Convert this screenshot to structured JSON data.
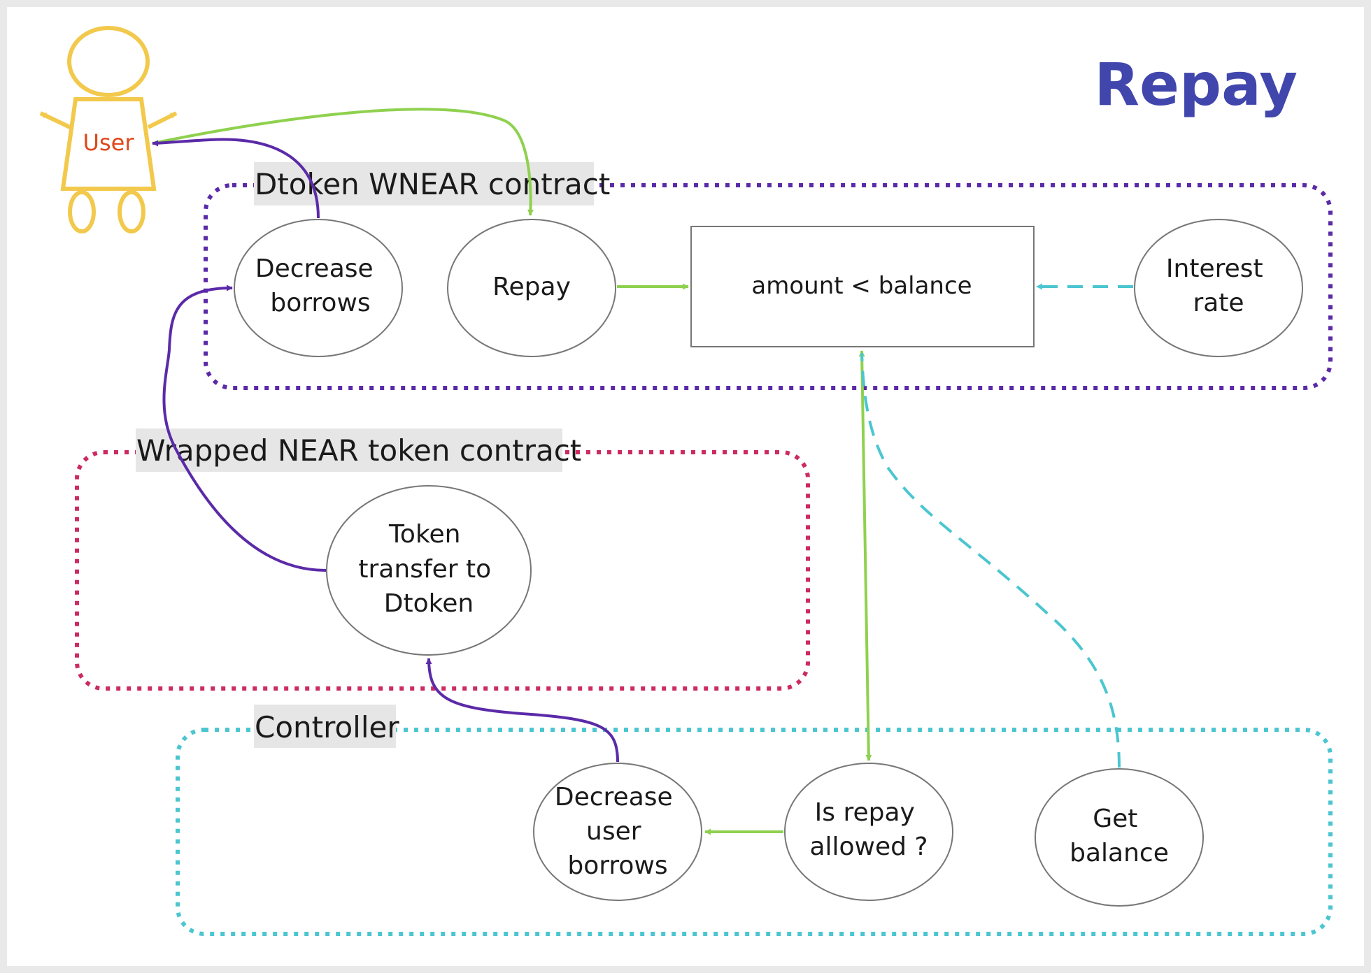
{
  "title": "Repay",
  "colors": {
    "title": "#4146ad",
    "user_figure": "#f2c94c",
    "user_label": "#e0471b",
    "dtoken_group": "#5b2aa8",
    "wnear_group": "#cc2a62",
    "controller_group": "#4bc6d0",
    "flow_green": "#8fd14f",
    "flow_purple": "#5b2aa8",
    "flow_cyan": "#4bc6d0",
    "node_stroke": "#777777",
    "label_bg": "#e6e6e6"
  },
  "actor": {
    "label": "User",
    "icon": "person-icon"
  },
  "groups": {
    "dtoken": {
      "label": "Dtoken WNEAR contract"
    },
    "wnear": {
      "label": "Wrapped NEAR token contract"
    },
    "controller": {
      "label": "Controller"
    }
  },
  "nodes": {
    "decrease_borrows": {
      "lines": [
        "Decrease",
        "borrows"
      ]
    },
    "repay": {
      "lines": [
        "Repay"
      ]
    },
    "amount_check": {
      "lines": [
        "amount < balance"
      ]
    },
    "interest_rate": {
      "lines": [
        "Interest",
        "rate"
      ]
    },
    "token_transfer": {
      "lines": [
        "Token",
        "transfer to",
        "Dtoken"
      ]
    },
    "decrease_user_borrows": {
      "lines": [
        "Decrease",
        "user",
        "borrows"
      ]
    },
    "is_repay_allowed": {
      "lines": [
        "Is repay",
        "allowed ?"
      ]
    },
    "get_balance": {
      "lines": [
        "Get",
        "balance"
      ]
    }
  }
}
